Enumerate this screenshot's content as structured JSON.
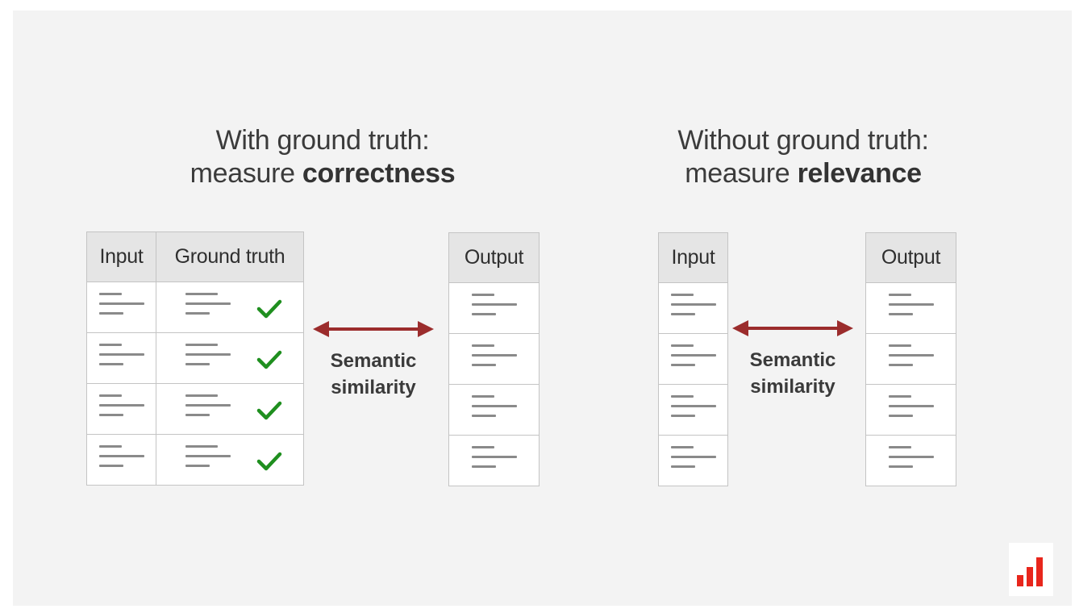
{
  "left_panel": {
    "title_line1": "With ground truth:",
    "title_prefix": "measure ",
    "title_bold": "correctness",
    "table": {
      "col_input": "Input",
      "col_ground_truth": "Ground truth",
      "rows": 4
    },
    "output_header": "Output",
    "link_label_line1": "Semantic",
    "link_label_line2": "similarity"
  },
  "right_panel": {
    "title_line1": "Without ground truth:",
    "title_prefix": "measure ",
    "title_bold": "relevance",
    "input_header": "Input",
    "output_header": "Output",
    "link_label_line1": "Semantic",
    "link_label_line2": "similarity"
  },
  "colors": {
    "arrow": "#9b2c2c",
    "check": "#1f8f1f",
    "logo": "#e8261c"
  },
  "icons": {
    "check": "check-icon",
    "text_lines": "text-lines-icon",
    "arrow": "double-arrow-icon",
    "logo": "bar-chart-logo-icon"
  }
}
